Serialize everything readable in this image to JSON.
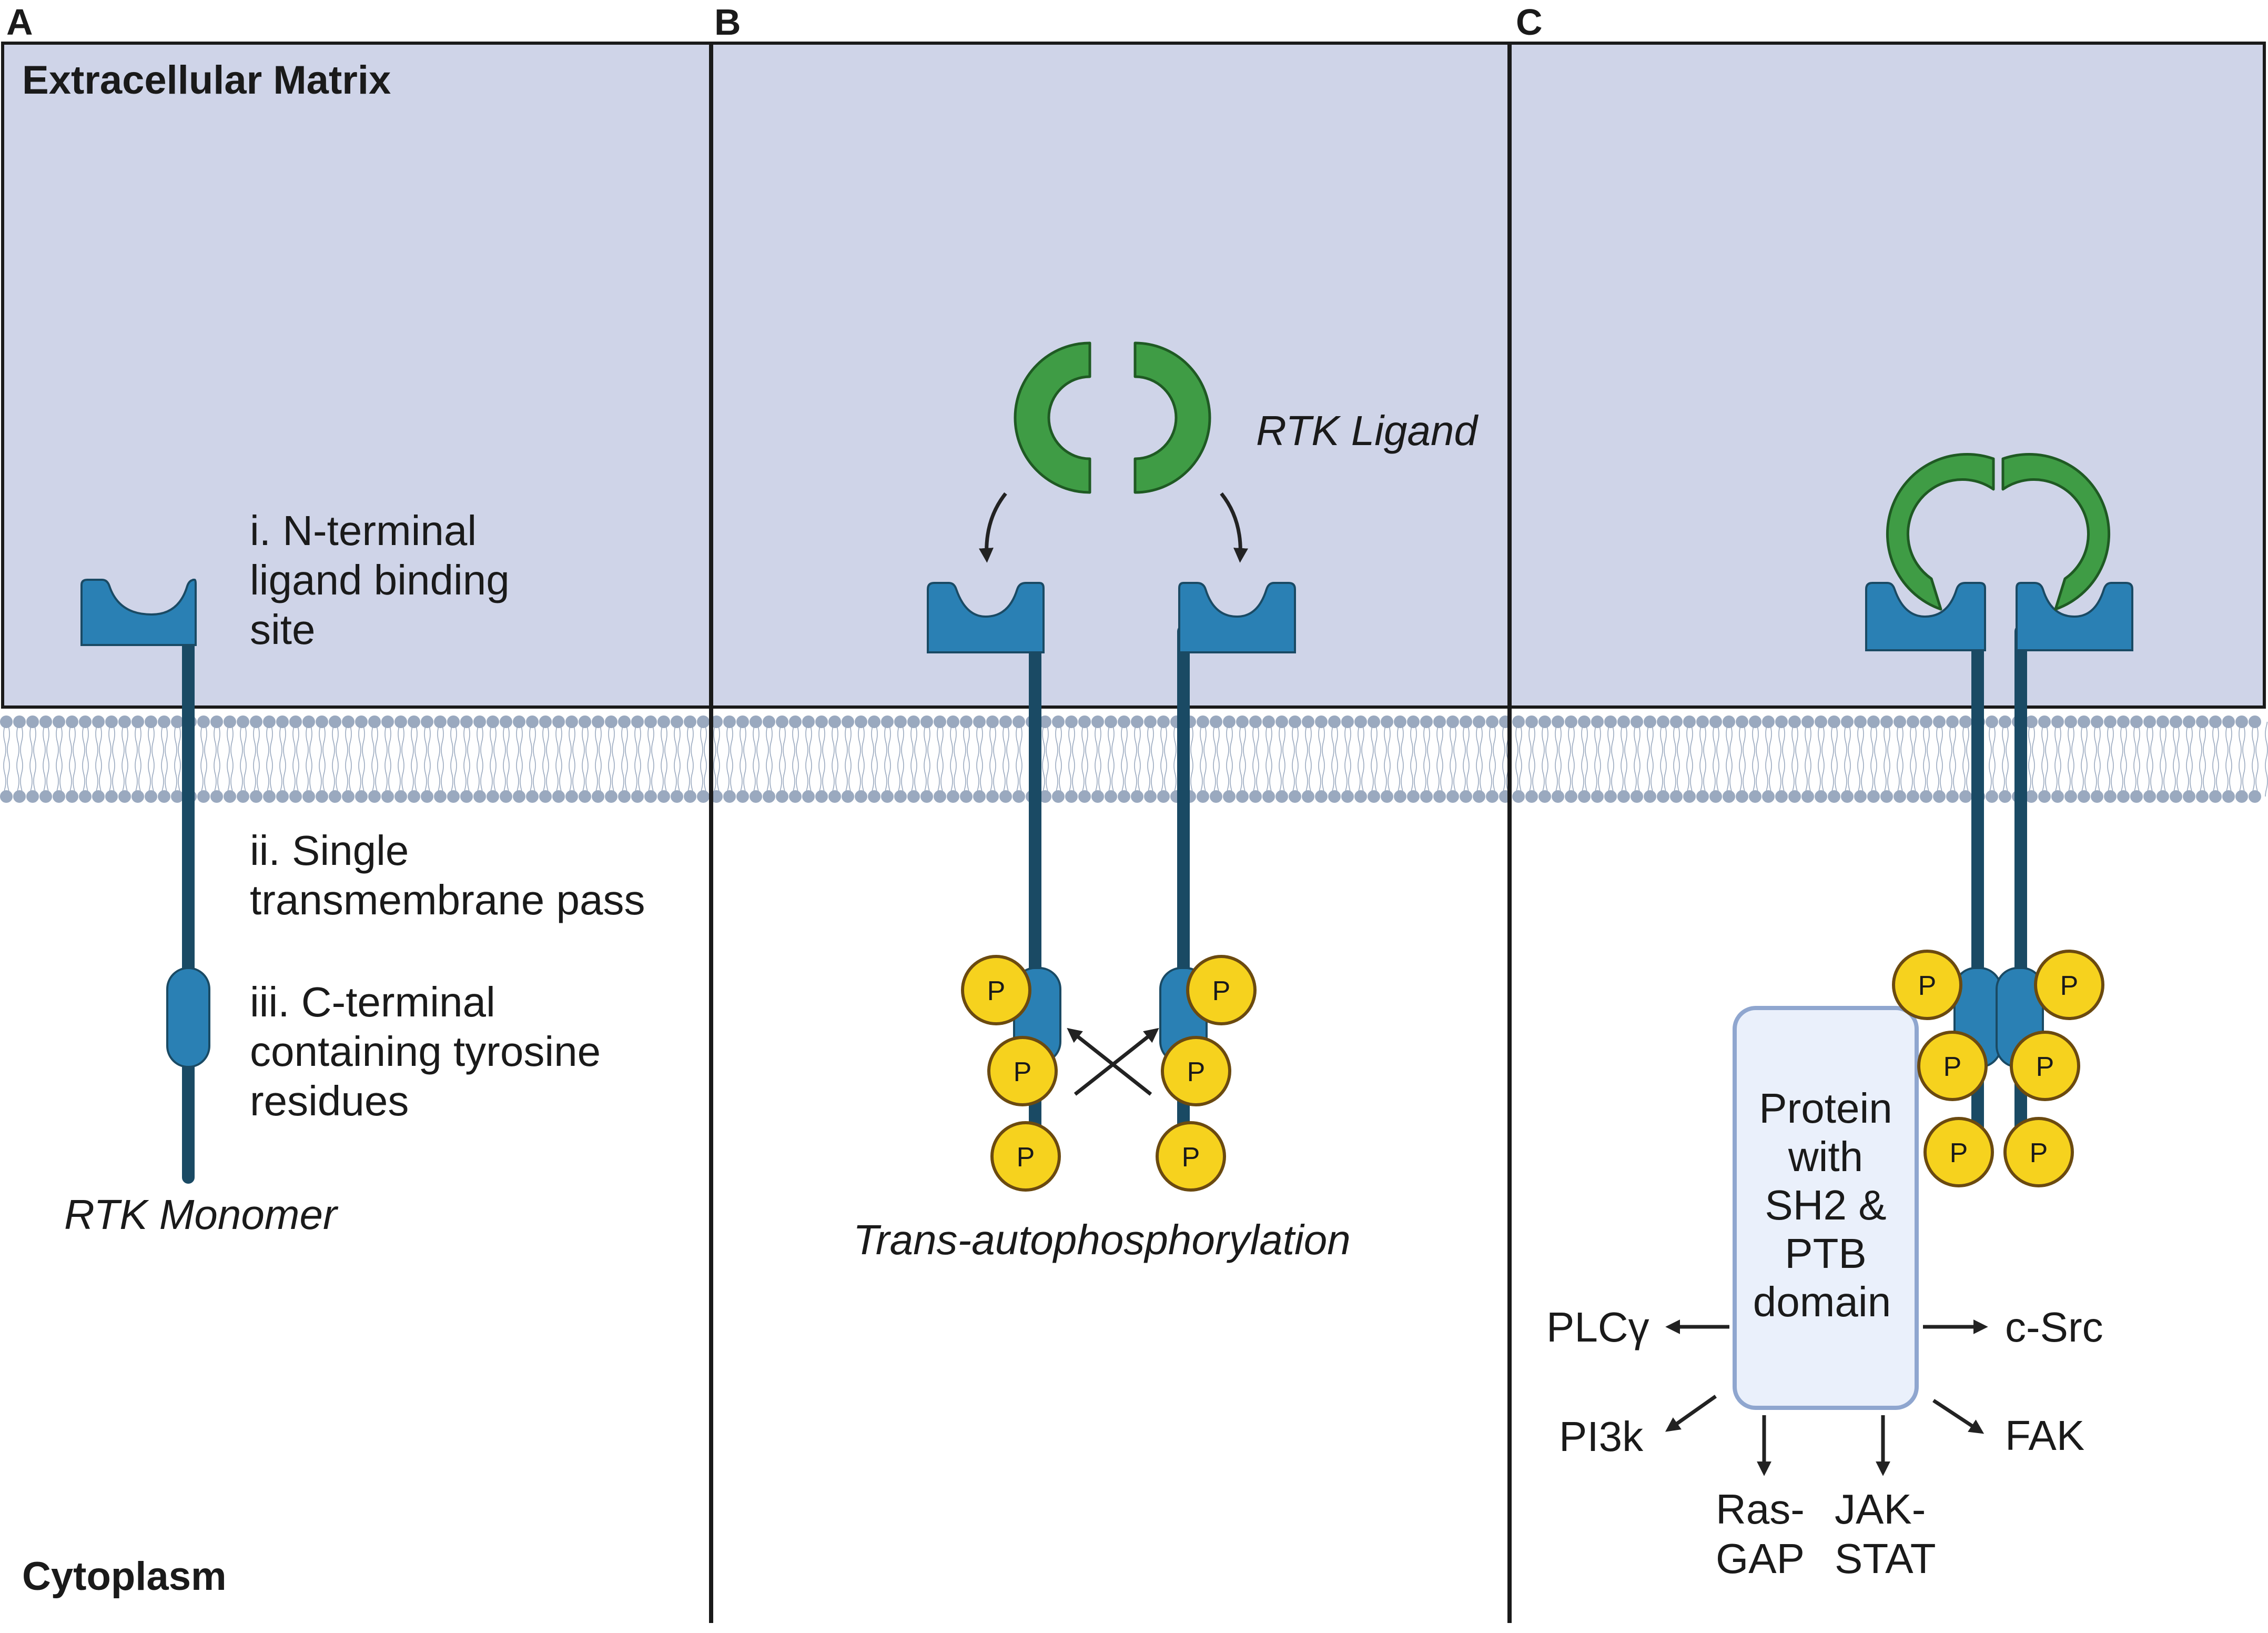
{
  "panels": {
    "a": "A",
    "b": "B",
    "c": "C"
  },
  "regions": {
    "extracellular": "Extracellular Matrix",
    "cytoplasm": "Cytoplasm"
  },
  "panel_a": {
    "feature_1": [
      "i. N-terminal",
      "ligand binding",
      "site"
    ],
    "feature_2": [
      "ii. Single",
      "transmembrane pass"
    ],
    "feature_3": [
      "iii. C-terminal",
      "containing tyrosine",
      "residues"
    ],
    "caption": "RTK Monomer"
  },
  "panel_b": {
    "ligand_label": "RTK Ligand",
    "caption": "Trans-autophosphorylation"
  },
  "panel_c": {
    "adaptor_lines": [
      "Protein",
      "with",
      "SH2 &",
      "PTB",
      "domain"
    ],
    "targets": {
      "plcg": "PLCγ",
      "csrc": "c-Src",
      "pi3k": "PI3k",
      "fak": "FAK",
      "rasgap": [
        "Ras-",
        "GAP"
      ],
      "jakstat": [
        "JAK-",
        "STAT"
      ]
    }
  },
  "phospho_label": "P",
  "colors": {
    "extracellular_fill": "#cfd4e8",
    "receptor_blue": "#2a80b4",
    "receptor_stalk": "#1a4a64",
    "ligand_green": "#3f9c45",
    "phosphate_yellow": "#f6d21e",
    "membrane_head": "#9aa9bf",
    "adaptor_fill": "#eaf0fb",
    "adaptor_border": "#8fa6cf"
  }
}
